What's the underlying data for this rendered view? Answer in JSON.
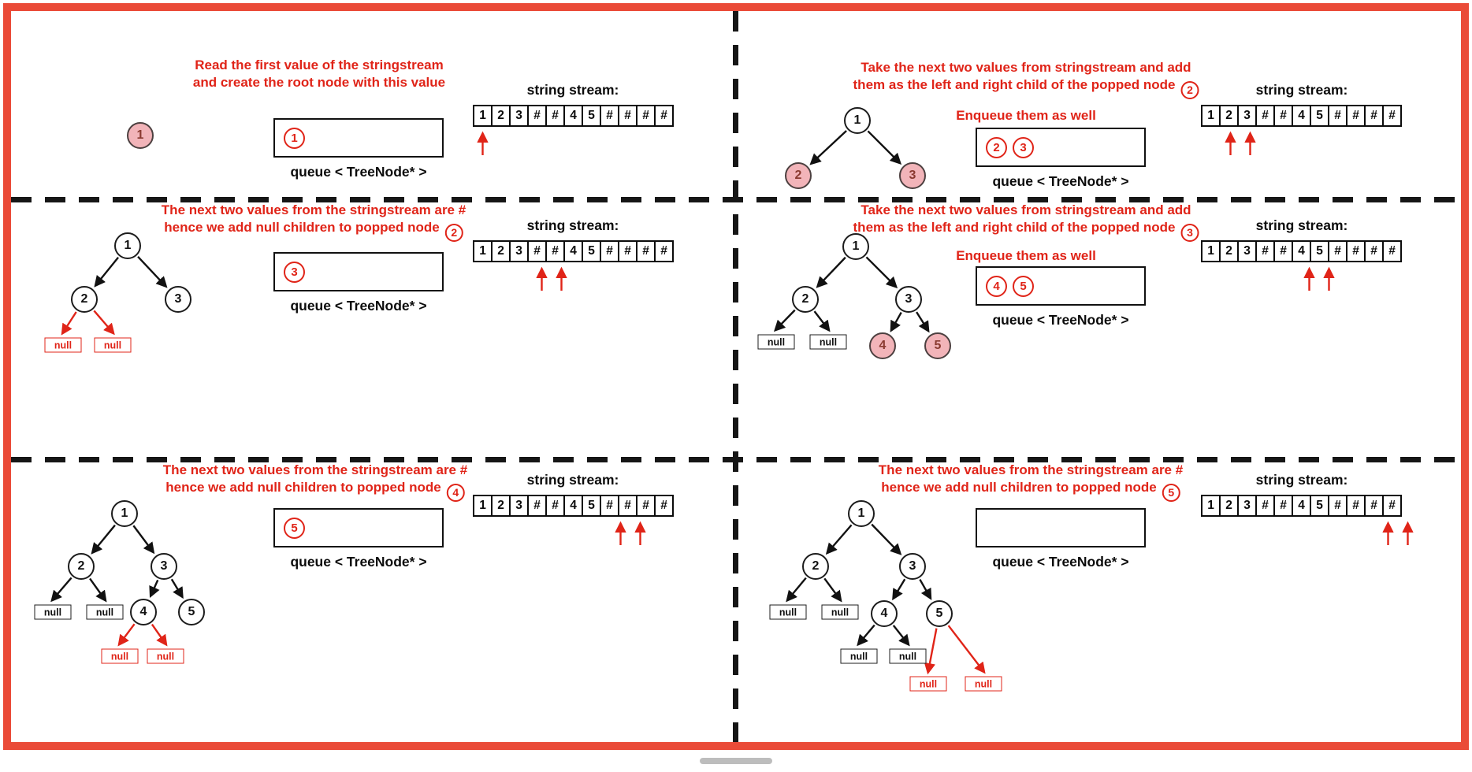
{
  "colors": {
    "frame_red": "#ea4b38",
    "text_red": "#e02418",
    "pink_fill": "#f2b4b9",
    "new_node_text": "#8a3a30",
    "ink": "#111111"
  },
  "stream_title": "string stream:",
  "queue_label": "queue < TreeNode* >",
  "stream_cells": [
    "1",
    "2",
    "3",
    "#",
    "#",
    "4",
    "5",
    "#",
    "#",
    "#",
    "#"
  ],
  "panels": [
    {
      "step": 1,
      "instruction": [
        "Read the first value of the stringstream",
        "and create the root node with this value"
      ],
      "badge": null,
      "subinstruction": null,
      "queue_items": [
        "1"
      ],
      "stream_arrows": [
        0
      ],
      "tree": {
        "nodes": [
          {
            "id": "1",
            "label": "1",
            "state": "new"
          }
        ],
        "nulls": [],
        "edges": []
      }
    },
    {
      "step": 2,
      "instruction": [
        "Take the next two values from stringstream and add",
        "them as the left and right child of the popped node"
      ],
      "badge": "2",
      "subinstruction": "Enqueue them as well",
      "queue_items": [
        "2",
        "3"
      ],
      "stream_arrows": [
        1,
        2
      ],
      "tree": {
        "nodes": [
          {
            "id": "1",
            "label": "1",
            "state": "plain"
          },
          {
            "id": "2",
            "label": "2",
            "state": "new"
          },
          {
            "id": "3",
            "label": "3",
            "state": "new"
          }
        ],
        "nulls": [],
        "edges": [
          {
            "from": "1",
            "to": "2",
            "color": "black"
          },
          {
            "from": "1",
            "to": "3",
            "color": "black"
          }
        ]
      }
    },
    {
      "step": 3,
      "instruction": [
        "The next two values from the stringstream are #",
        "hence we add null children to popped node"
      ],
      "badge": "2",
      "subinstruction": null,
      "queue_items": [
        "3"
      ],
      "stream_arrows": [
        3,
        4
      ],
      "tree": {
        "nodes": [
          {
            "id": "1",
            "label": "1",
            "state": "plain"
          },
          {
            "id": "2",
            "label": "2",
            "state": "plain"
          },
          {
            "id": "3",
            "label": "3",
            "state": "plain"
          }
        ],
        "nulls": [
          {
            "id": "2L",
            "label": "null",
            "state": "new"
          },
          {
            "id": "2R",
            "label": "null",
            "state": "new"
          }
        ],
        "edges": [
          {
            "from": "1",
            "to": "2",
            "color": "black"
          },
          {
            "from": "1",
            "to": "3",
            "color": "black"
          },
          {
            "from": "2",
            "to": "2L",
            "color": "red"
          },
          {
            "from": "2",
            "to": "2R",
            "color": "red"
          }
        ]
      }
    },
    {
      "step": 4,
      "instruction": [
        "Take the next two values from stringstream and add",
        "them as the left and right child of the popped node"
      ],
      "badge": "3",
      "subinstruction": "Enqueue them as well",
      "queue_items": [
        "4",
        "5"
      ],
      "stream_arrows": [
        5,
        6
      ],
      "tree": {
        "nodes": [
          {
            "id": "1",
            "label": "1",
            "state": "plain"
          },
          {
            "id": "2",
            "label": "2",
            "state": "plain"
          },
          {
            "id": "3",
            "label": "3",
            "state": "plain"
          },
          {
            "id": "4",
            "label": "4",
            "state": "new"
          },
          {
            "id": "5",
            "label": "5",
            "state": "new"
          }
        ],
        "nulls": [
          {
            "id": "2L",
            "label": "null",
            "state": "old"
          },
          {
            "id": "2R",
            "label": "null",
            "state": "old"
          }
        ],
        "edges": [
          {
            "from": "1",
            "to": "2",
            "color": "black"
          },
          {
            "from": "1",
            "to": "3",
            "color": "black"
          },
          {
            "from": "2",
            "to": "2L",
            "color": "black"
          },
          {
            "from": "2",
            "to": "2R",
            "color": "black"
          },
          {
            "from": "3",
            "to": "4",
            "color": "black"
          },
          {
            "from": "3",
            "to": "5",
            "color": "black"
          }
        ]
      }
    },
    {
      "step": 5,
      "instruction": [
        "The next two values from the stringstream are #",
        "hence we add null children to popped node"
      ],
      "badge": "4",
      "subinstruction": null,
      "queue_items": [
        "5"
      ],
      "stream_arrows": [
        7,
        8
      ],
      "tree": {
        "nodes": [
          {
            "id": "1",
            "label": "1",
            "state": "plain"
          },
          {
            "id": "2",
            "label": "2",
            "state": "plain"
          },
          {
            "id": "3",
            "label": "3",
            "state": "plain"
          },
          {
            "id": "4",
            "label": "4",
            "state": "plain"
          },
          {
            "id": "5",
            "label": "5",
            "state": "plain"
          }
        ],
        "nulls": [
          {
            "id": "2L",
            "label": "null",
            "state": "old"
          },
          {
            "id": "2R",
            "label": "null",
            "state": "old"
          },
          {
            "id": "4L",
            "label": "null",
            "state": "new"
          },
          {
            "id": "4R",
            "label": "null",
            "state": "new"
          }
        ],
        "edges": [
          {
            "from": "1",
            "to": "2",
            "color": "black"
          },
          {
            "from": "1",
            "to": "3",
            "color": "black"
          },
          {
            "from": "2",
            "to": "2L",
            "color": "black"
          },
          {
            "from": "2",
            "to": "2R",
            "color": "black"
          },
          {
            "from": "3",
            "to": "4",
            "color": "black"
          },
          {
            "from": "3",
            "to": "5",
            "color": "black"
          },
          {
            "from": "4",
            "to": "4L",
            "color": "red"
          },
          {
            "from": "4",
            "to": "4R",
            "color": "red"
          }
        ]
      }
    },
    {
      "step": 6,
      "instruction": [
        "The next two values from the stringstream are #",
        "hence we add null children to popped node"
      ],
      "badge": "5",
      "subinstruction": null,
      "queue_items": [],
      "stream_arrows": [
        9,
        10
      ],
      "tree": {
        "nodes": [
          {
            "id": "1",
            "label": "1",
            "state": "plain"
          },
          {
            "id": "2",
            "label": "2",
            "state": "plain"
          },
          {
            "id": "3",
            "label": "3",
            "state": "plain"
          },
          {
            "id": "4",
            "label": "4",
            "state": "plain"
          },
          {
            "id": "5",
            "label": "5",
            "state": "plain"
          }
        ],
        "nulls": [
          {
            "id": "2L",
            "label": "null",
            "state": "old"
          },
          {
            "id": "2R",
            "label": "null",
            "state": "old"
          },
          {
            "id": "4L",
            "label": "null",
            "state": "old"
          },
          {
            "id": "4R",
            "label": "null",
            "state": "old"
          },
          {
            "id": "5L",
            "label": "null",
            "state": "new"
          },
          {
            "id": "5R",
            "label": "null",
            "state": "new"
          }
        ],
        "edges": [
          {
            "from": "1",
            "to": "2",
            "color": "black"
          },
          {
            "from": "1",
            "to": "3",
            "color": "black"
          },
          {
            "from": "2",
            "to": "2L",
            "color": "black"
          },
          {
            "from": "2",
            "to": "2R",
            "color": "black"
          },
          {
            "from": "3",
            "to": "4",
            "color": "black"
          },
          {
            "from": "3",
            "to": "5",
            "color": "black"
          },
          {
            "from": "4",
            "to": "4L",
            "color": "black"
          },
          {
            "from": "4",
            "to": "4R",
            "color": "black"
          },
          {
            "from": "5",
            "to": "5L",
            "color": "red"
          },
          {
            "from": "5",
            "to": "5R",
            "color": "red"
          }
        ]
      }
    }
  ]
}
